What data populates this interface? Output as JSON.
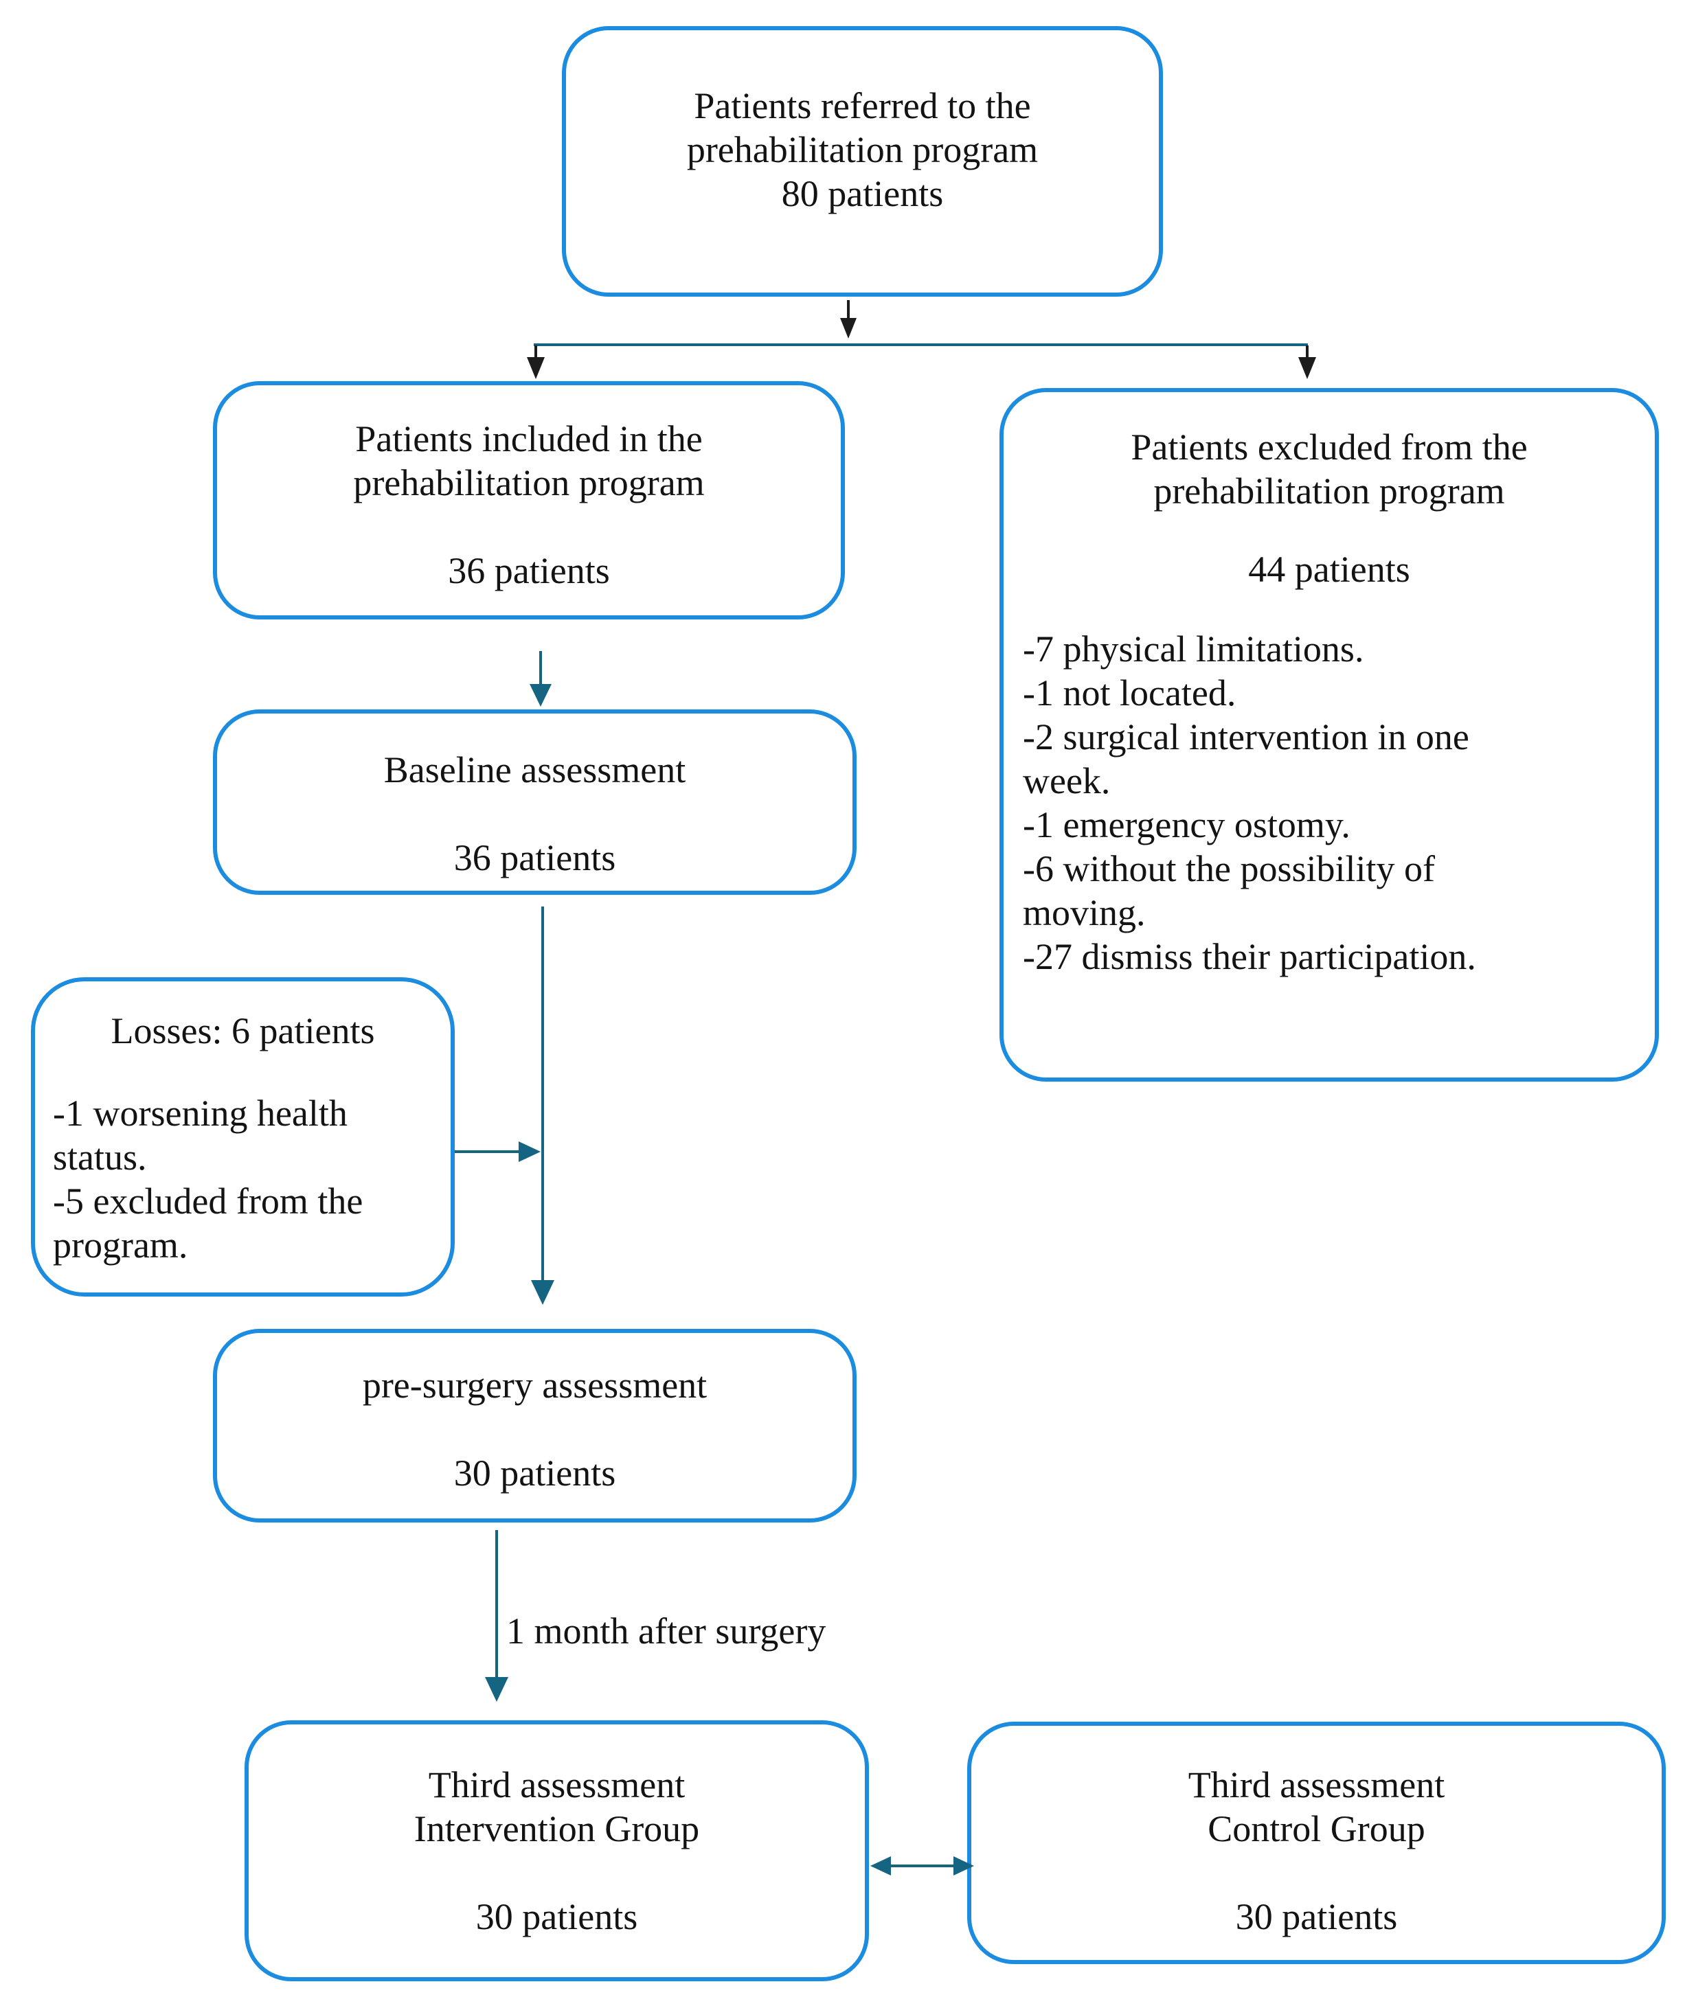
{
  "flowchart": {
    "referred": {
      "line1": "Patients referred to the",
      "line2": "prehabilitation program",
      "count": "80 patients"
    },
    "included": {
      "line1": "Patients included in the",
      "line2": "prehabilitation program",
      "count": "36 patients"
    },
    "excluded": {
      "line1": "Patients excluded from the",
      "line2": "prehabilitation program",
      "count": "44 patients",
      "reasons": [
        "-7 physical limitations.",
        "-1 not located.",
        "-2 surgical intervention in one week.",
        "-1 emergency ostomy.",
        "-6 without the possibility of moving.",
        "-27 dismiss their participation."
      ]
    },
    "baseline": {
      "title": "Baseline assessment",
      "count": "36 patients"
    },
    "losses": {
      "title": "Losses: 6 patients",
      "reasons": [
        "-1 worsening health status.",
        "-5 excluded from the program."
      ]
    },
    "presurgery": {
      "title": "pre-surgery assessment",
      "count": "30 patients"
    },
    "edge_label": "1 month after surgery",
    "intervention": {
      "line1": "Third assessment",
      "line2": "Intervention Group",
      "count": "30 patients"
    },
    "control": {
      "line1": "Third assessment",
      "line2": "Control Group",
      "count": "30 patients"
    },
    "colors": {
      "box_border": "#1b8ce0",
      "arrow_teal": "#146482",
      "arrow_black": "#1c1c1c",
      "text": "#131313",
      "background": "#ffffff"
    }
  }
}
